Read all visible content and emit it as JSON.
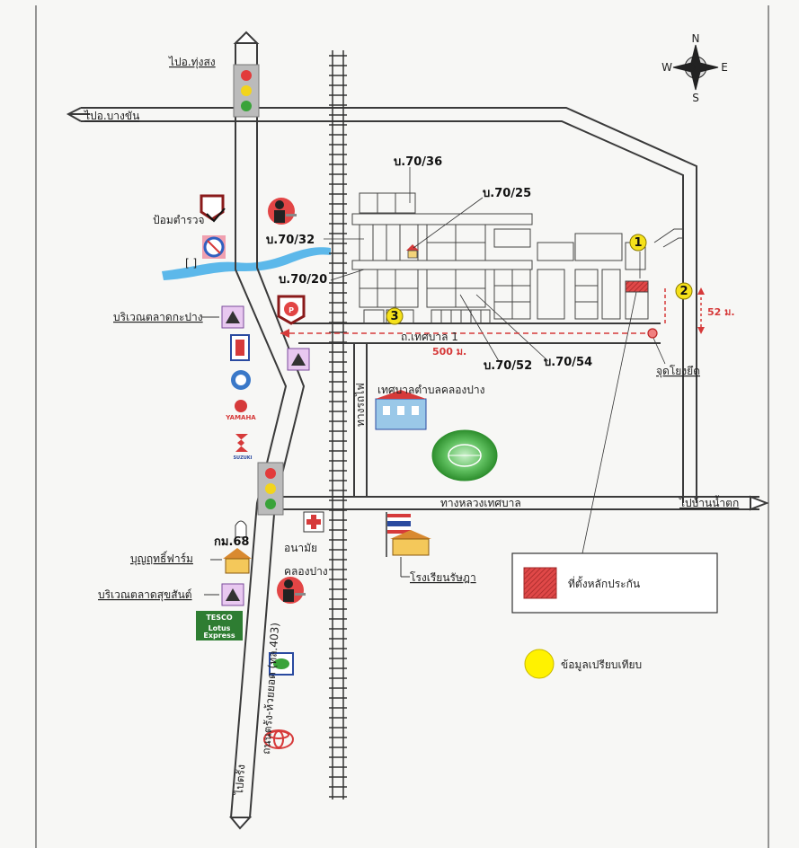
{
  "compass": {
    "n": "N",
    "s": "S",
    "e": "E",
    "w": "W"
  },
  "labels": {
    "to_thung_song": "ไปอ.ทุ่งสง",
    "to_bang_khan": "ไปอ.บางขัน",
    "to_trang": "ไปตรัง",
    "to_ban_nam_tok": "ไปบ้านน้ำตก",
    "highway": "ถนนตรัง-ห้วยยอด (ทล.403)",
    "police_box": "ป้อมตำรวจ",
    "bracket": "[   ]",
    "market_kapang": "บริเวณตลาดกะปาง",
    "market_sukhsan": "บริเวณตลาดสุขสันต์",
    "farm": "บุญฤทธิ์ฟาร์ม",
    "km68": "กม.68",
    "health_center_1": "อนามัย",
    "health_center_2": "คลองปาง",
    "school": "โรงเรียนรัษฎา",
    "municipality": "เทศบาลตำบลคลองปาง",
    "municipal_rd": "ทางหลวงเทศบาล",
    "soi1": "ถ.เทศบาล 1",
    "rail_label": "ทางรถไฟ",
    "dist_500": "500 ม.",
    "dist_52": "52 ม.",
    "b70_36": "บ.70/36",
    "b70_25": "บ.70/25",
    "b70_32": "บ.70/32",
    "b70_20": "บ.70/20",
    "b70_52": "บ.70/52",
    "b70_54": "บ.70/54",
    "reference_point": "จุดโยงยึด",
    "yamaha": "YAMAHA",
    "suzuki": "SUZUKI",
    "tesco_1": "TESCO",
    "tesco_2": "Lotus",
    "tesco_3": "Express"
  },
  "markers": [
    "1",
    "2",
    "3"
  ],
  "legend": {
    "collateral": "ที่ตั้งหลักประกัน",
    "comparison": "ข้อมูลเปรียบเทียบ"
  },
  "colors": {
    "road_outline": "#3a3a3a",
    "river": "#5cb8ea",
    "marker_yellow": "#f5e11a",
    "collateral_red": "#d94040",
    "legend_yellow": "#fff200",
    "arrow_red": "#d63a3a",
    "park_green": "#3aa33a"
  }
}
